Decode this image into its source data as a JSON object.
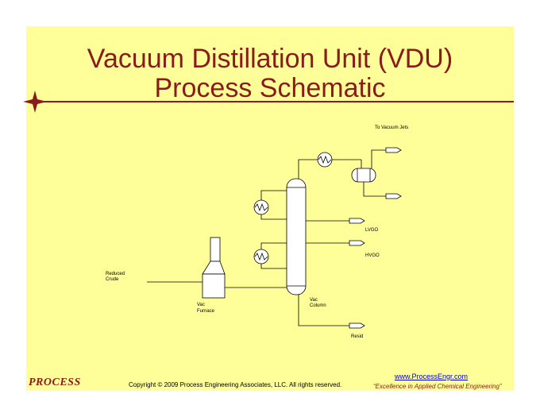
{
  "title": {
    "line1": "Vacuum Distillation Unit (VDU)",
    "line2": "Process Schematic"
  },
  "labels": {
    "to_vacuum_jets": "To Vacuum Jets",
    "lvgo": "LVGO",
    "hvgo": "HVGO",
    "reduced": "Reduced",
    "crude": "Crude",
    "vac_furnace_1": "Vac",
    "vac_furnace_2": "Furnace",
    "vac_column_1": "Vac",
    "vac_column_2": "Column",
    "resid": "Resid"
  },
  "footer": {
    "brand": "PROCESS",
    "copyright": "Copyright © 2009 Process Engineering Associates, LLC. All rights reserved.",
    "website": "www.ProcessEngr.com",
    "tagline": "“Excellence in Applied Chemical Engineering”"
  },
  "colors": {
    "background": "#ffff99",
    "accent": "#8b1a1a",
    "link": "#0000cc"
  },
  "icons": [
    "star-accent-icon",
    "heat-exchanger-icon",
    "arrow-right-icon"
  ]
}
